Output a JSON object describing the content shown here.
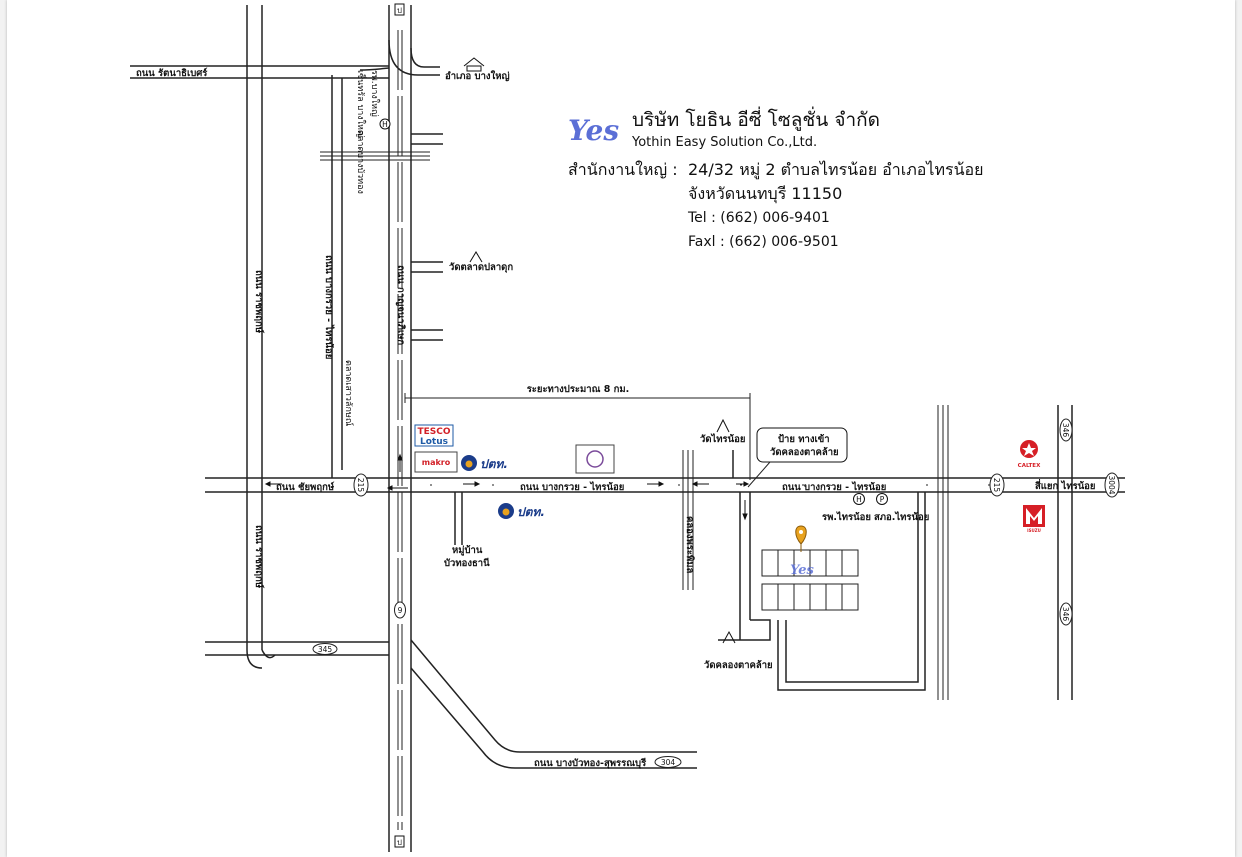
{
  "company": {
    "logo_text": "Yes",
    "name_th": "บริษัท โยธิน อีซี่ โซลูชั่น จำกัด",
    "name_en": "Yothin Easy Solution Co.,Ltd.",
    "address_label": "สำนักงานใหญ่ :",
    "address_line1": "24/32 หมู่ 2 ตำบลไทรน้อย  อำเภอไทรน้อย",
    "address_line2": "จังหวัดนนทบุรี  11150",
    "tel": "Tel :   (662) 006-9401",
    "fax": "Faxl :  (662) 006-9501"
  },
  "map": {
    "roads": {
      "rattanathibet": "ถนน รัตนาธิเบศร์",
      "ratchaphruek_upper": "ถนน ราชพฤกษ์",
      "ratchaphruek_lower": "ถนน ราชพฤกษ์",
      "bangkruai_sainoi_vertical": "ถนน บางกรวย - ไทรน้อย",
      "kanchanaphisek": "ถนน กาญจนาภิเษก",
      "chaiyaphruek": "ถนน ชัยพฤกษ์",
      "bangkruai_sainoi_1": "ถนน บางกรวย - ไทรน้อย",
      "bangkruai_sainoi_2": "ถนน บางกรวย - ไทรน้อย",
      "bangbuathong_suphan": "ถนน บางบัวทอง-สุพรรณบุรี",
      "sainoi_intersection": "สี่แยก ไทรน้อย",
      "khlong_phra_phimon": "คลองพระพิมล"
    },
    "shields": {
      "r215a": "215",
      "r215b": "215",
      "r345": "345",
      "r304": "304",
      "r3004": "3004",
      "r346a": "346",
      "r346b": "346",
      "r9": "9"
    },
    "places": {
      "bang_yai_district": "อำเภอ บางใหญ่",
      "wat_talat_pla_duk": "วัดตลาดปลาดุก",
      "wat_sainoi": "วัดไทรน้อย",
      "sign_label": "ป้าย  ทางเข้า",
      "sign_label2": "วัดคลองตาคล้าย",
      "wat_khlong_ta_khlai": "วัดคลองตาคล้าย",
      "moo_ban": "หมู่บ้าน",
      "bua_thong_thani": "บัวทองธานี",
      "hospital": "รพ.ไทรน้อย",
      "police": "สภอ.ไทรน้อย",
      "market": "ตลาดเสาวลักษณ์",
      "bang_yai_city": "เซ็นทรัล บางใหญ่",
      "poly_bang_yai": "รพ.บางใหญ่",
      "bangbuathong_market": "ตลาดบางบัวทอง"
    },
    "distance_label": "ระยะทางประมาณ 8 กม.",
    "brands": {
      "tesco_top": "TESCO",
      "tesco_bottom": "Lotus",
      "makro": "makro",
      "ptt1": "ปตท.",
      "ptt2": "ปตท.",
      "caltex": "CALTEX",
      "isuzu": "ISUZU",
      "yes_mark": "Yes"
    },
    "symbols": {
      "hospital": "H",
      "police": "P",
      "post": "ป"
    }
  },
  "colors": {
    "logo_blue": "#5b6fd6",
    "tesco_red": "#d21f26",
    "tesco_blue": "#1d5aa6",
    "ptt_blue": "#1b3c8a",
    "caltex_red": "#d61f26",
    "pin_orange": "#e8a21f"
  }
}
